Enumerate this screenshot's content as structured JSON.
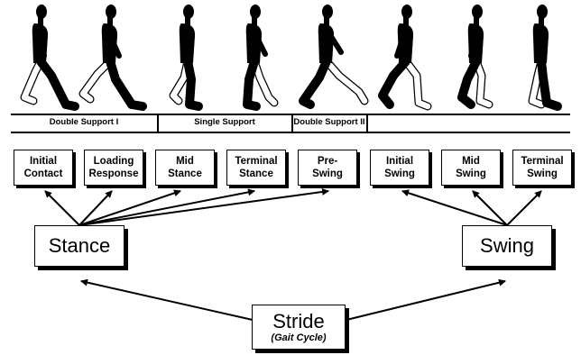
{
  "support_bands": [
    {
      "id": "double-support-1",
      "label": "Double Support I"
    },
    {
      "id": "single-support",
      "label": "Single Support"
    },
    {
      "id": "double-support-2",
      "label": "Double Support II"
    }
  ],
  "phases": [
    {
      "id": "initial-contact",
      "line1": "Initial",
      "line2": "Contact"
    },
    {
      "id": "loading-response",
      "line1": "Loading",
      "line2": "Response"
    },
    {
      "id": "mid-stance",
      "line1": "Mid",
      "line2": "Stance"
    },
    {
      "id": "terminal-stance",
      "line1": "Terminal",
      "line2": "Stance"
    },
    {
      "id": "pre-swing",
      "line1": "Pre-",
      "line2": "Swing"
    },
    {
      "id": "initial-swing",
      "line1": "Initial",
      "line2": "Swing"
    },
    {
      "id": "mid-swing",
      "line1": "Mid",
      "line2": "Swing"
    },
    {
      "id": "terminal-swing",
      "line1": "Terminal",
      "line2": "Swing"
    }
  ],
  "groups": {
    "stance": "Stance",
    "swing": "Swing"
  },
  "stride": {
    "title": "Stride",
    "subtitle": "(Gait Cycle)"
  },
  "figures": [
    "walker-figure-initial-contact",
    "walker-figure-loading-response",
    "walker-figure-mid-stance",
    "walker-figure-terminal-stance",
    "walker-figure-pre-swing",
    "walker-figure-initial-swing",
    "walker-figure-mid-swing",
    "walker-figure-terminal-swing"
  ]
}
